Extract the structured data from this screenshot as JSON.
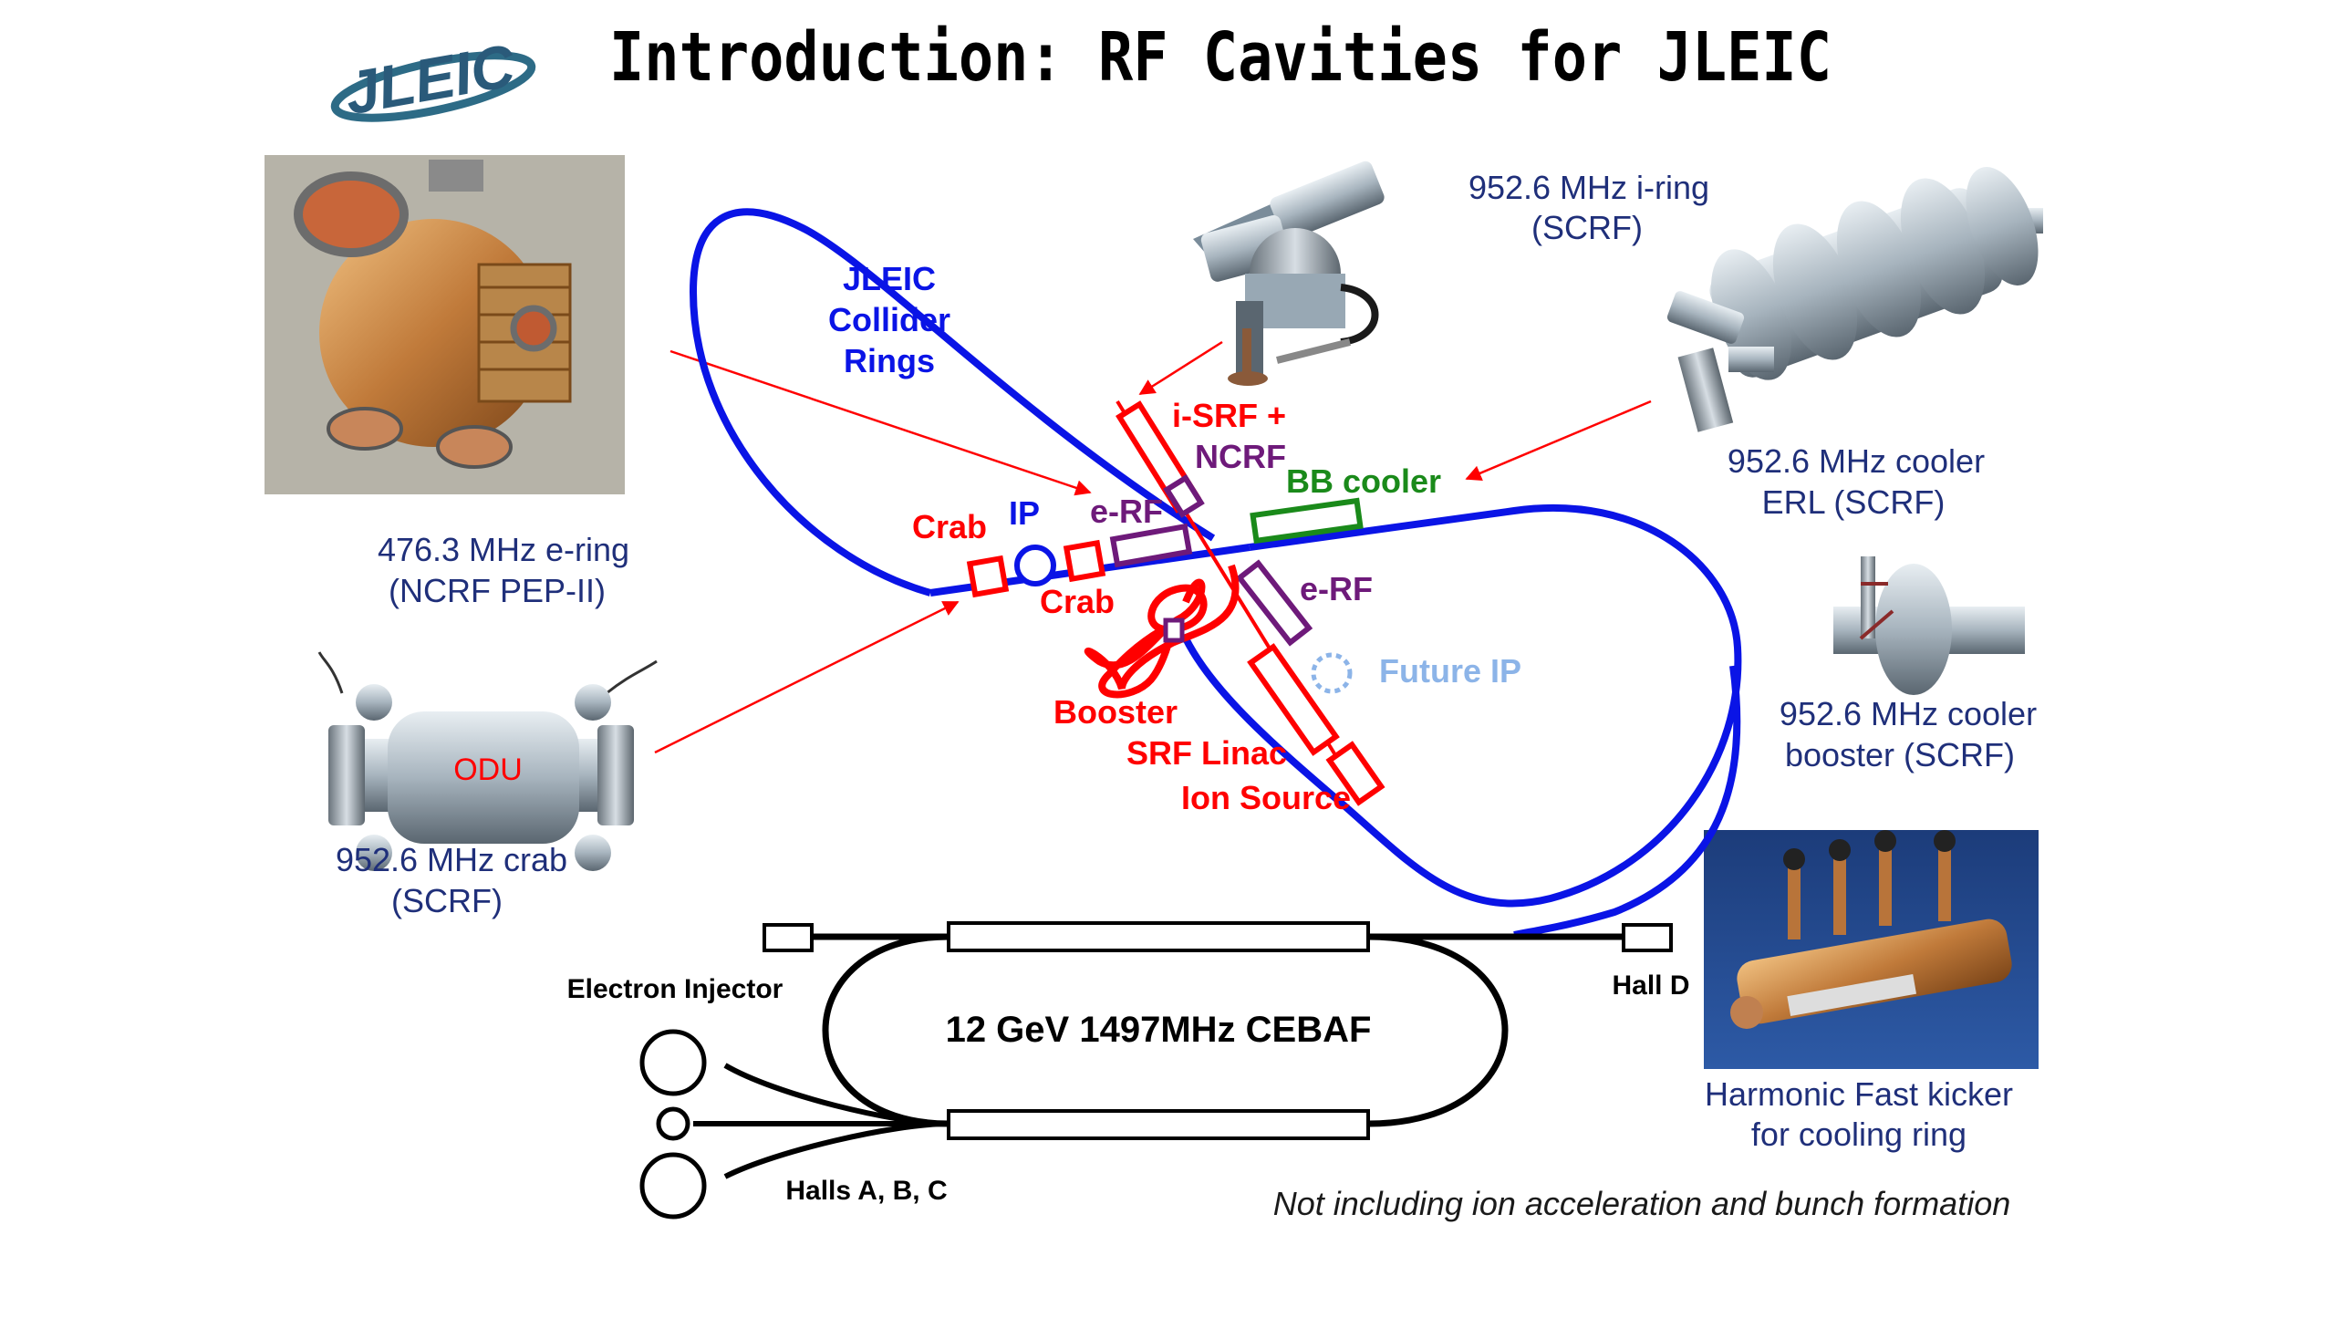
{
  "slide": {
    "title": "Introduction: RF Cavities for JLEIC",
    "logo_text": "JLEIC",
    "footnote": "Not including ion acceleration and bunch formation"
  },
  "colors": {
    "ring_blue": "#0a14e6",
    "red": "#ff0000",
    "purple": "#6e1a7a",
    "green": "#1a8a1a",
    "light_blue": "#8cb4e8",
    "caption_blue": "#1f2f7a",
    "black": "#000000"
  },
  "captions": {
    "e_ring": [
      "476.3 MHz e-ring",
      "(NCRF PEP-II)"
    ],
    "crab": [
      "952.6 MHz crab",
      "(SCRF)"
    ],
    "crab_photo_label": "ODU",
    "i_ring": [
      "952.6 MHz i-ring",
      "(SCRF)"
    ],
    "cooler_erl": [
      "952.6 MHz cooler",
      "ERL (SCRF)"
    ],
    "cooler_booster": [
      "952.6 MHz cooler",
      "booster (SCRF)"
    ],
    "kicker": [
      "Harmonic Fast kicker",
      "for cooling ring"
    ]
  },
  "diagram": {
    "collider_rings": [
      "JLEIC",
      "Collider",
      "Rings"
    ],
    "i_srf": "i-SRF +",
    "ncrf": "NCRF",
    "bb_cooler": "BB cooler",
    "crab_left": "Crab",
    "ip": "IP",
    "e_rf_left": "e-RF",
    "crab_lower": "Crab",
    "e_rf_right": "e-RF",
    "future_ip": "Future IP",
    "booster": "Booster",
    "srf_linac": "SRF Linac",
    "ion_source": "Ion Source"
  },
  "cebaf": {
    "label": "12 GeV 1497MHz CEBAF",
    "electron_injector": "Electron Injector",
    "hall_d": "Hall D",
    "halls_abc": "Halls A, B, C"
  },
  "photos": {
    "pep2": "pep-ii-cavity-photo",
    "i_ring": "i-ring-cavity-render",
    "erl": "erl-cavity-render",
    "crab": "odu-crab-cavity-render",
    "booster": "booster-cavity-render",
    "kicker": "fast-kicker-photo"
  }
}
